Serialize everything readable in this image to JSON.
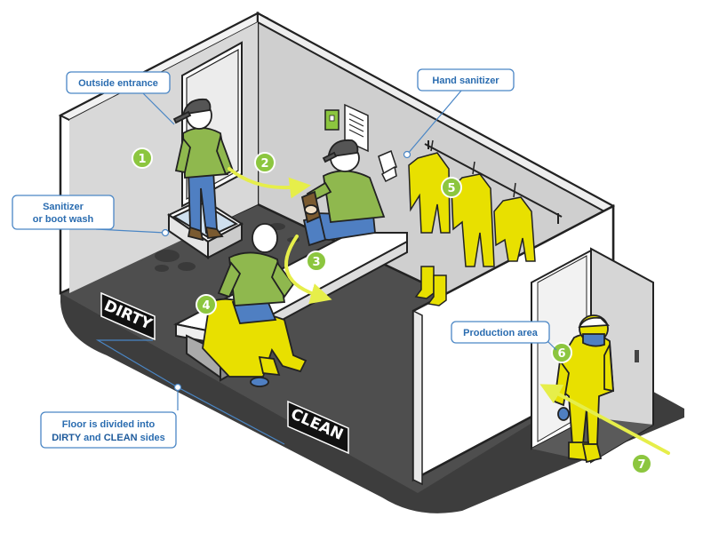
{
  "callouts": {
    "outside_entrance": "Outside entrance",
    "hand_sanitizer": "Hand sanitizer",
    "sanitizer_line1": "Sanitizer",
    "sanitizer_line2": "or boot wash",
    "production_area": "Production area",
    "floor_line1": "Floor is divided into",
    "floor_dirty": "DIRTY",
    "floor_and": " and ",
    "floor_clean": "CLEAN",
    "floor_sides": " sides"
  },
  "floor_labels": {
    "dirty": "DIRTY",
    "clean": "CLEAN"
  },
  "steps": [
    "1",
    "2",
    "3",
    "4",
    "5",
    "6",
    "7"
  ],
  "colors": {
    "accent_green": "#8cc63f",
    "arrow_yellow": "#e6ee4a",
    "suit_yellow": "#e8e000",
    "callout_blue": "#2a6cb0",
    "floor_dark": "#4d4d4d",
    "wall_grey": "#cfcfcf",
    "shirt_green": "#8fb84e",
    "jeans_blue": "#4f7fc2"
  }
}
